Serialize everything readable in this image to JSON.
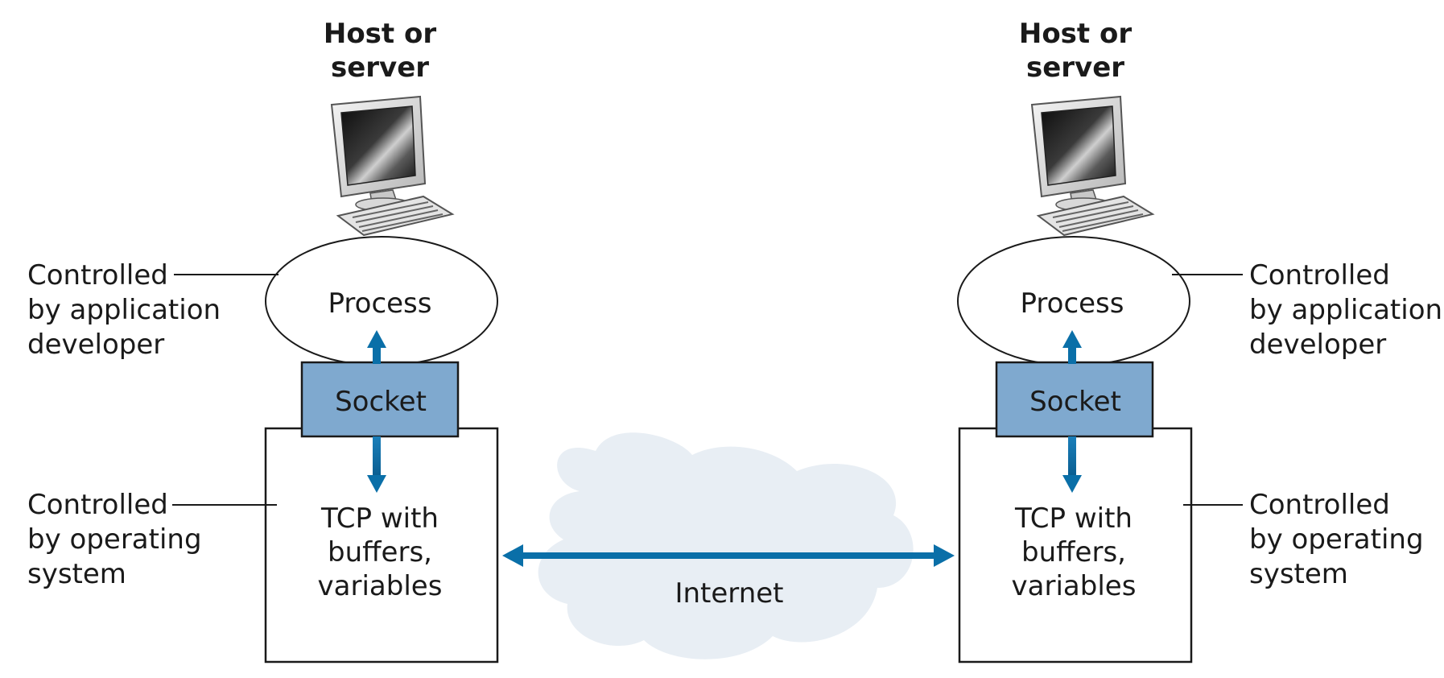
{
  "left_host": {
    "title_line1": "Host or",
    "title_line2": "server",
    "process_label": "Process",
    "socket_label": "Socket",
    "tcp_line1": "TCP with",
    "tcp_line2": "buffers,",
    "tcp_line3": "variables",
    "app_note_line1": "Controlled",
    "app_note_line2": "by application",
    "app_note_line3": "developer",
    "os_note_line1": "Controlled",
    "os_note_line2": "by operating",
    "os_note_line3": "system"
  },
  "right_host": {
    "title_line1": "Host or",
    "title_line2": "server",
    "process_label": "Process",
    "socket_label": "Socket",
    "tcp_line1": "TCP with",
    "tcp_line2": "buffers,",
    "tcp_line3": "variables",
    "app_note_line1": "Controlled",
    "app_note_line2": "by application",
    "app_note_line3": "developer",
    "os_note_line1": "Controlled",
    "os_note_line2": "by operating",
    "os_note_line3": "system"
  },
  "network": {
    "label": "Internet"
  },
  "colors": {
    "arrow": "#0a6fa8",
    "socket_fill": "#7fa9cf",
    "cloud_fill": "#e8eef4"
  }
}
